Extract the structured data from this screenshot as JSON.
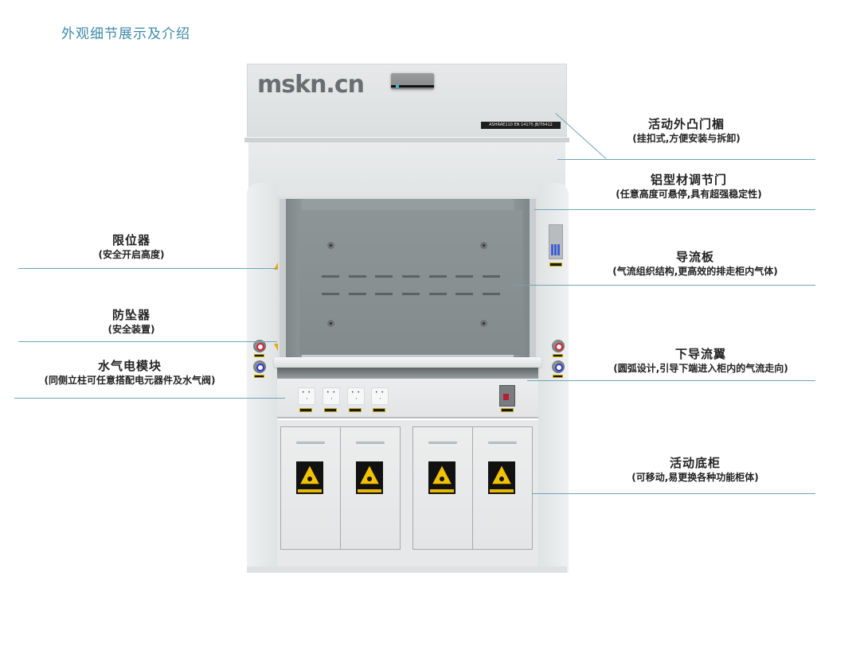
{
  "page": {
    "title": "外观细节展示及介绍"
  },
  "product": {
    "brand_logo": "mskn.cn",
    "standards_label": "ASHRAE110 EN 14175 JB/T6412",
    "accent_color": "#3e8aa8",
    "leader_line_color": "#6fa5b8",
    "warning_color": "#e8b800"
  },
  "callouts": {
    "right": [
      {
        "title": "活动外凸门楣",
        "subtitle": "(挂扣式,方便安装与拆卸)"
      },
      {
        "title": "铝型材调节门",
        "subtitle": "(任意高度可悬停,具有超强稳定性)"
      },
      {
        "title": "导流板",
        "subtitle": "(气流组织结构,更高效的排走柜内气体)"
      },
      {
        "title": "下导流翼",
        "subtitle": "(圆弧设计,引导下端进入柜内的气流走向)"
      },
      {
        "title": "活动底柜",
        "subtitle": "(可移动,易更换各种功能柜体)"
      }
    ],
    "left": [
      {
        "title": "限位器",
        "subtitle": "(安全开启高度)"
      },
      {
        "title": "防坠器",
        "subtitle": "(安全装置)"
      },
      {
        "title": "水气电模块",
        "subtitle": "(同侧立柱可任意搭配电元器件及水气阀)"
      }
    ]
  },
  "icons": {
    "hazard_sign": "corrosive-warning-icon",
    "valve_hot": "red-valve-icon",
    "valve_cold": "blue-valve-icon",
    "socket": "power-socket-icon",
    "breaker": "circuit-breaker-icon",
    "control_panel": "keypad-icon"
  }
}
